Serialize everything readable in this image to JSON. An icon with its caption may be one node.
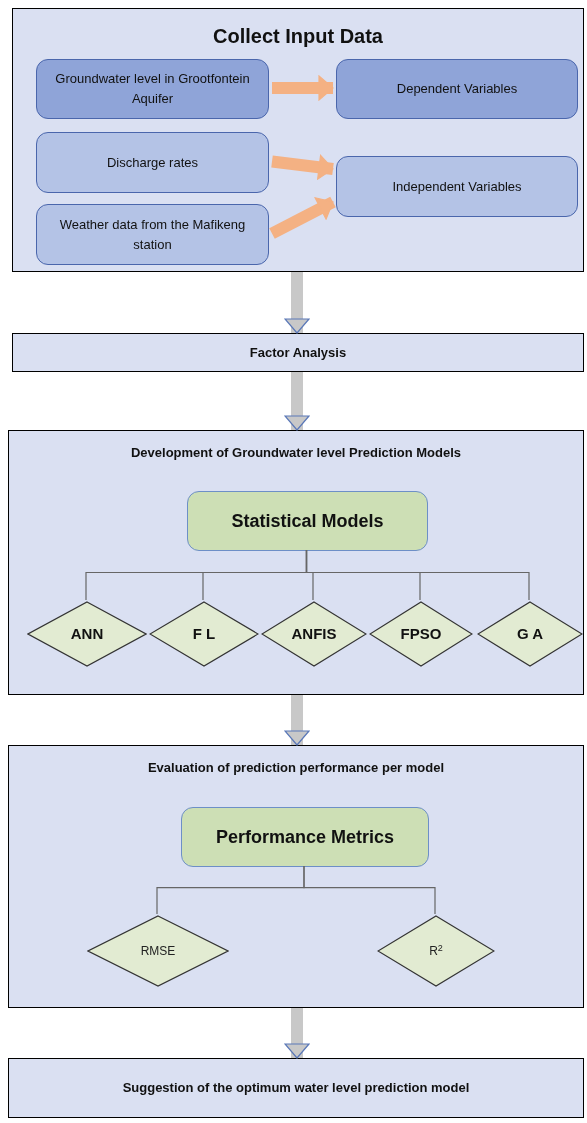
{
  "diagram": {
    "nodes": [
      {
        "text": [
          "Collect Input Data"
        ]
      },
      {
        "text": [
          "Groundwater level in Grootfontein Aquifer"
        ],
        "in": 0
      },
      {
        "text": [
          "Dependent Variables"
        ],
        "in": 0
      },
      {
        "text": [
          "Discharge rates"
        ],
        "in": 0
      },
      {
        "text": [
          "Independent Variables"
        ],
        "in": 0
      },
      {
        "text": [
          "Weather data from the Mafikeng station"
        ],
        "in": 0
      },
      {
        "text": [
          "Factor Analysis"
        ]
      },
      {
        "text": [
          "Development of Groundwater level Prediction Models"
        ]
      },
      {
        "text": [
          "Statistical Models"
        ],
        "in": 7
      },
      {
        "text": [
          "ANN"
        ],
        "in": 7
      },
      {
        "text": [
          "F L"
        ],
        "in": 7
      },
      {
        "text": [
          "ANFIS"
        ],
        "in": 7
      },
      {
        "text": [
          "FPSO"
        ],
        "in": 7
      },
      {
        "text": [
          "G A"
        ],
        "in": 7
      },
      {
        "text": [
          "Evaluation of prediction performance per model"
        ]
      },
      {
        "text": [
          "Performance Metrics"
        ],
        "in": 14
      },
      {
        "text": [
          "RMSE"
        ],
        "in": 14
      },
      {
        "text": [
          "R$^{2}$"
        ],
        "in": 14
      },
      {
        "text": [
          "Suggestion of the optimum water level prediction model"
        ]
      }
    ],
    "edges": [
      {
        "from": 1,
        "to": 2,
        "arrow": "to",
        "style": "thick",
        "color": "#f4b183"
      },
      {
        "from": 3,
        "to": 4,
        "arrow": "to",
        "style": "thick",
        "color": "#f4b183"
      },
      {
        "from": 5,
        "to": 4,
        "arrow": "to",
        "style": "thick",
        "color": "#f4b183"
      },
      {
        "from": 0,
        "to": 6,
        "arrow": "to",
        "style": "thick",
        "color": "#c8c8c8"
      },
      {
        "from": 6,
        "to": 7,
        "arrow": "to",
        "style": "thick",
        "color": "#c8c8c8"
      },
      {
        "from": 7,
        "to": 14,
        "arrow": "to",
        "style": "thick",
        "color": "#c8c8c8"
      },
      {
        "from": 14,
        "to": 18,
        "arrow": "to",
        "style": "thick",
        "color": "#c8c8c8"
      },
      {
        "from": 8,
        "to": 9,
        "arrow": "none"
      },
      {
        "from": 8,
        "to": 10,
        "arrow": "none"
      },
      {
        "from": 8,
        "to": 11,
        "arrow": "none"
      },
      {
        "from": 8,
        "to": 12,
        "arrow": "none"
      },
      {
        "from": 8,
        "to": 13,
        "arrow": "none"
      },
      {
        "from": 15,
        "to": 16,
        "arrow": "none"
      },
      {
        "from": 15,
        "to": 17,
        "arrow": "none"
      }
    ]
  }
}
